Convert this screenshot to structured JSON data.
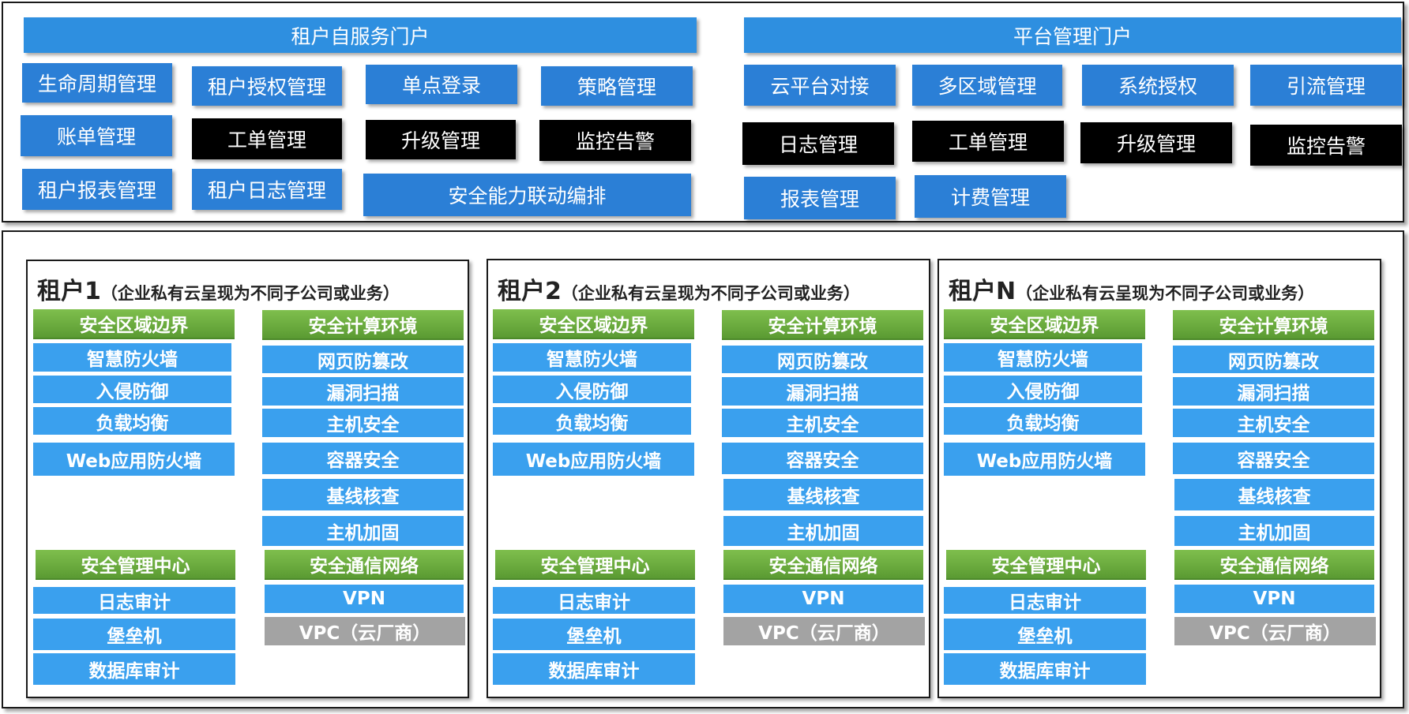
{
  "tenant_portal": {
    "title": "租户自服务门户",
    "items": [
      "生命周期管理",
      "租户授权管理",
      "单点登录",
      "策略管理",
      "账单管理",
      "工单管理",
      "升级管理",
      "监控告警",
      "租户报表管理",
      "租户日志管理",
      "安全能力联动编排"
    ]
  },
  "platform_portal": {
    "title": "平台管理门户",
    "items": [
      "云平台对接",
      "多区域管理",
      "系统授权",
      "引流管理",
      "日志管理",
      "工单管理",
      "升级管理",
      "监控告警",
      "报表管理",
      "计费管理"
    ]
  },
  "tenants": [
    {
      "name": "租户1",
      "desc": "（企业私有云呈现为不同子公司或业务）",
      "boundary": {
        "title": "安全区域边界",
        "items": [
          "智慧防火墙",
          "入侵防御",
          "负载均衡",
          "Web应用防火墙"
        ]
      },
      "compute": {
        "title": "安全计算环境",
        "items": [
          "网页防篡改",
          "漏洞扫描",
          "主机安全",
          "容器安全",
          "基线核查",
          "主机加固"
        ]
      },
      "mgmt": {
        "title": "安全管理中心",
        "items": [
          "日志审计",
          "堡垒机",
          "数据库审计"
        ]
      },
      "comm": {
        "title": "安全通信网络",
        "items": [
          "VPN",
          "VPC（云厂商）"
        ]
      }
    },
    {
      "name": "租户2",
      "desc": "（企业私有云呈现为不同子公司或业务）",
      "boundary": {
        "title": "安全区域边界",
        "items": [
          "智慧防火墙",
          "入侵防御",
          "负载均衡",
          "Web应用防火墙"
        ]
      },
      "compute": {
        "title": "安全计算环境",
        "items": [
          "网页防篡改",
          "漏洞扫描",
          "主机安全",
          "容器安全",
          "基线核查",
          "主机加固"
        ]
      },
      "mgmt": {
        "title": "安全管理中心",
        "items": [
          "日志审计",
          "堡垒机",
          "数据库审计"
        ]
      },
      "comm": {
        "title": "安全通信网络",
        "items": [
          "VPN",
          "VPC（云厂商）"
        ]
      }
    },
    {
      "name": "租户N",
      "desc": "（企业私有云呈现为不同子公司或业务）",
      "boundary": {
        "title": "安全区域边界",
        "items": [
          "智慧防火墙",
          "入侵防御",
          "负载均衡",
          "Web应用防火墙"
        ]
      },
      "compute": {
        "title": "安全计算环境",
        "items": [
          "网页防篡改",
          "漏洞扫描",
          "主机安全",
          "容器安全",
          "基线核查",
          "主机加固"
        ]
      },
      "mgmt": {
        "title": "安全管理中心",
        "items": [
          "日志审计",
          "堡垒机",
          "数据库审计"
        ]
      },
      "comm": {
        "title": "安全通信网络",
        "items": [
          "VPN",
          "VPC（云厂商）"
        ]
      }
    }
  ],
  "colors": {
    "header_blue": "#2e8fe0",
    "item_blue": "#2b7fd6",
    "item_black": "#000000",
    "cell_blue": "#3aa0ee",
    "green": "#6aad3f",
    "gray": "#a3a3a3"
  }
}
